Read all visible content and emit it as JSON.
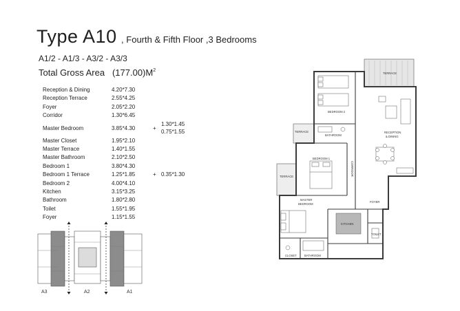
{
  "header": {
    "title": "Type A10",
    "subtitle": ", Fourth & Fifth Floor ,3 Bedrooms",
    "units": "A1/2 - A1/3 - A3/2 - A3/3",
    "gross_label": "Total Gross Area",
    "gross_value": "(177.00)M",
    "gross_sup": "2"
  },
  "areas": [
    {
      "room": "Reception & Dining",
      "dim": "4.20*7.30"
    },
    {
      "room": "Reception Terrace",
      "dim": "2.55*4.25"
    },
    {
      "room": "Foyer",
      "dim": "2.05*2.20"
    },
    {
      "room": "Corridor",
      "dim": "1.30*6.45"
    },
    {
      "room": "Master Bedroom",
      "dim": "3.85*4.30",
      "plus": "+",
      "extra1": "1.30*1.45",
      "extra2": "0.75*1.55"
    },
    {
      "room": "Master Closet",
      "dim": "1.95*2.10"
    },
    {
      "room": "Master Terrace",
      "dim": "1.40*1.55"
    },
    {
      "room": "Master Bathroom",
      "dim": "2.10*2.50"
    },
    {
      "room": "Bedroom 1",
      "dim": "3.80*4.30"
    },
    {
      "room": "Bedroom 1 Terrace",
      "dim": "1.25*1.85",
      "plus": "+",
      "extra1": "0.35*1.30"
    },
    {
      "room": "Bedroom 2",
      "dim": "4.00*4.10"
    },
    {
      "room": "Kitchen",
      "dim": "3.15*3.25"
    },
    {
      "room": "Bathroom",
      "dim": "1.80*2.80"
    },
    {
      "room": "Toilet",
      "dim": "1.55*1.95"
    },
    {
      "room": "Foyer",
      "dim": "1.15*1.55"
    }
  ],
  "keyplan": {
    "labels": [
      "A3",
      "A2",
      "A1"
    ]
  },
  "floorplan": {
    "rooms": {
      "terrace_top": "TERRACE",
      "bedroom2": "BEDROOM 2",
      "terrace_mid": "TERRACE",
      "bathroom": "BATHROOM",
      "reception": "RECEPTION",
      "dining": "& DINING",
      "bedroom1": "BEDROOM 1",
      "corridor": "CORRIDOR",
      "terrace_low": "TERRACE",
      "master": "MASTER",
      "master_bedroom": "BEDROOM",
      "foyer": "FOYER",
      "kitchen": "KITCHEN",
      "toilet": "TOILET",
      "closet": "CLOSET",
      "bathroom2": "BATHROOM"
    }
  },
  "colors": {
    "wall": "#3a3a3a",
    "kitchen_fill": "#b8b8b8",
    "terrace_fill": "#e6e6e6"
  }
}
